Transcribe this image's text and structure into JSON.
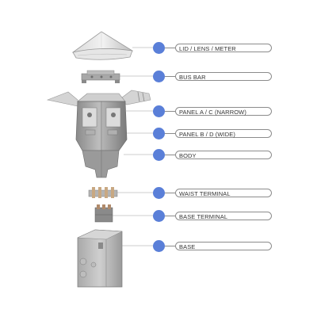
{
  "callouts": [
    {
      "id": "lid",
      "label": "LID / LENS / METER"
    },
    {
      "id": "bus",
      "label": "BUS BAR"
    },
    {
      "id": "pac",
      "label": "PANEL A / C (NARROW)"
    },
    {
      "id": "pbd",
      "label": "PANEL B / D (WIDE)"
    },
    {
      "id": "body",
      "label": "BODY"
    },
    {
      "id": "waist",
      "label": "WAIST TERMINAL"
    },
    {
      "id": "baset",
      "label": "BASE TERMINAL"
    },
    {
      "id": "base",
      "label": "BASE"
    }
  ],
  "colors": {
    "callout_dot": "#5a7fd8",
    "part_gray": "#9a9a9a",
    "part_dark": "#6e6e6e"
  }
}
